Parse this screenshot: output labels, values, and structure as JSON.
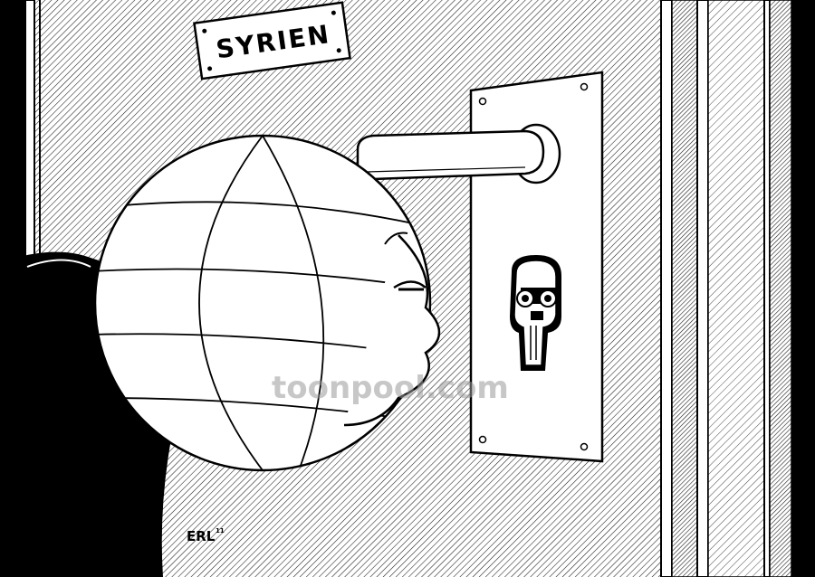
{
  "door_sign": {
    "text": "SYRIEN"
  },
  "signature": {
    "name": "ERL",
    "year": "11"
  },
  "watermark": {
    "text": "toonpool.com"
  },
  "colors": {
    "ink": "#000000",
    "paper": "#ffffff",
    "hatch": "#1a1a1a",
    "watermark": "#9a9a9a"
  },
  "icons": [
    "door-handle-icon",
    "keyhole-skull-icon",
    "globe-head-icon"
  ]
}
